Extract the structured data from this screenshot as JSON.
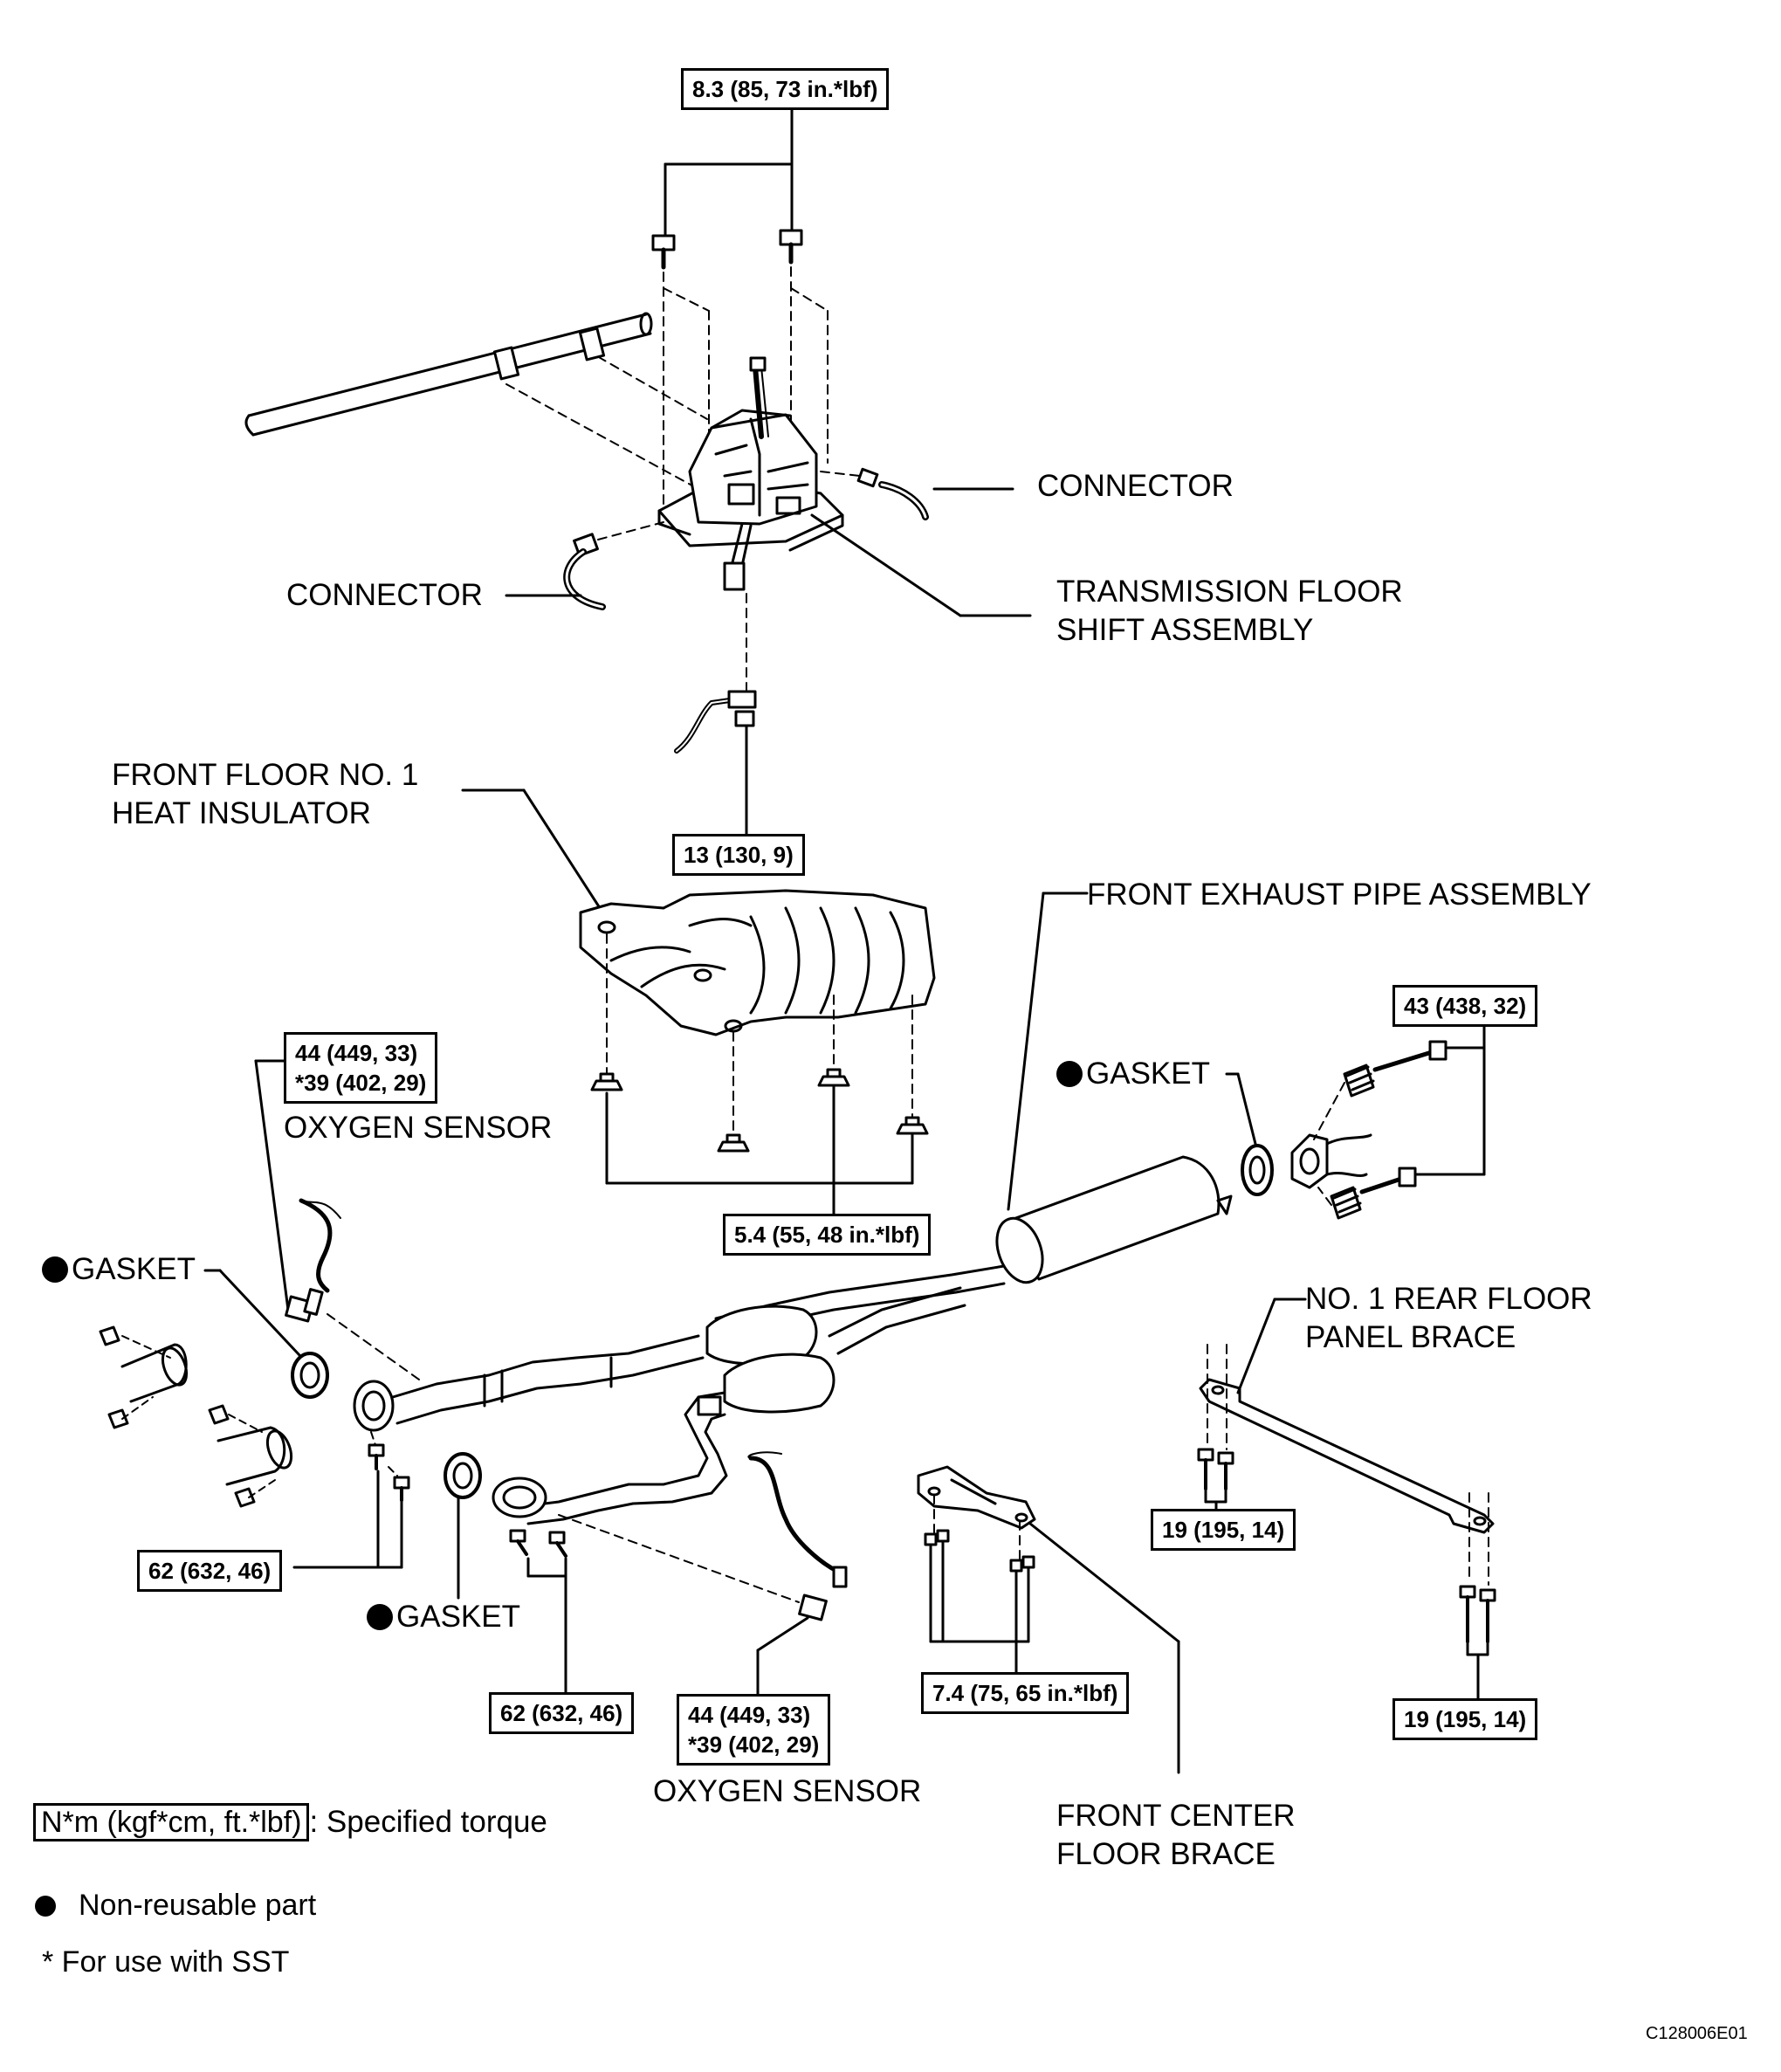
{
  "torque_labels": {
    "shift_bolts": "8.3 (85, 73 in.*lbf)",
    "cable_nut": "13 (130, 9)",
    "front_o2_line1": "44 (449, 33)",
    "front_o2_line2": "*39 (402, 29)",
    "insulator_nuts": "5.4 (55, 48 in.*lbf)",
    "rear_flange_bolts": "43 (438, 32)",
    "front_flange_left": "62 (632, 46)",
    "front_flange_right": "62 (632, 46)",
    "rear_o2_line1": "44 (449, 33)",
    "rear_o2_line2": "*39 (402, 29)",
    "center_brace": "7.4 (75, 65 in.*lbf)",
    "rear_brace_left": "19 (195, 14)",
    "rear_brace_right": "19 (195, 14)"
  },
  "part_labels": {
    "connector_right": "CONNECTOR",
    "connector_left": "CONNECTOR",
    "shift_assembly_line1": "TRANSMISSION FLOOR",
    "shift_assembly_line2": "SHIFT ASSEMBLY",
    "insulator_line1": "FRONT FLOOR NO. 1",
    "insulator_line2": "HEAT INSULATOR",
    "exhaust_pipe": "FRONT EXHAUST PIPE ASSEMBLY",
    "gasket_rear": "GASKET",
    "oxygen_sensor_front": "OXYGEN SENSOR",
    "gasket_front_left": "GASKET",
    "gasket_front_right": "GASKET",
    "rear_brace_line1": "NO. 1 REAR FLOOR",
    "rear_brace_line2": "PANEL BRACE",
    "oxygen_sensor_rear": "OXYGEN SENSOR",
    "center_brace_line1": "FRONT CENTER",
    "center_brace_line2": "FLOOR BRACE"
  },
  "legend": {
    "torque_unit": "N*m (kgf*cm, ft.*lbf)",
    "torque_desc": ": Specified torque",
    "nonreusable": "Non-reusable part",
    "sst": "* For use with SST"
  },
  "figure_code": "C128006E01"
}
